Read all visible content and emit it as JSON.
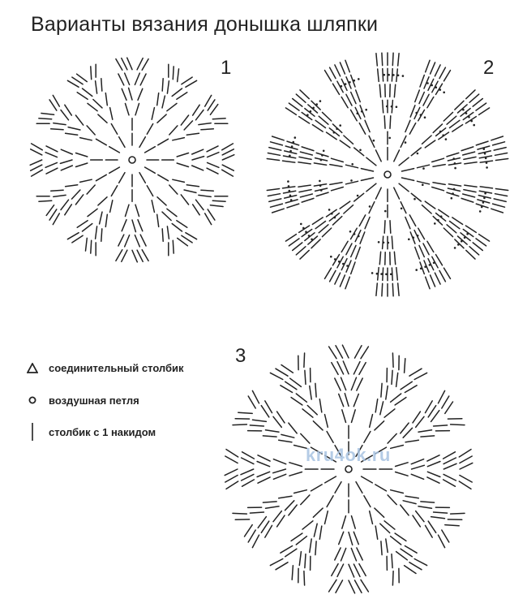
{
  "title": "Варианты вязания донышка шляпки",
  "diagrams": [
    {
      "label": "1"
    },
    {
      "label": "2"
    },
    {
      "label": "3"
    }
  ],
  "legend": [
    {
      "icon": "triangle-icon",
      "text": "соединительный столбик"
    },
    {
      "icon": "circle-icon",
      "text": "воздушная петля"
    },
    {
      "icon": "vertical-bar-icon",
      "text": "столбик с 1 накидом"
    }
  ],
  "watermark": "kru4ok.ru",
  "colors": {
    "ink": "#222222",
    "watermark": "#a9c4e2",
    "background": "#ffffff"
  }
}
